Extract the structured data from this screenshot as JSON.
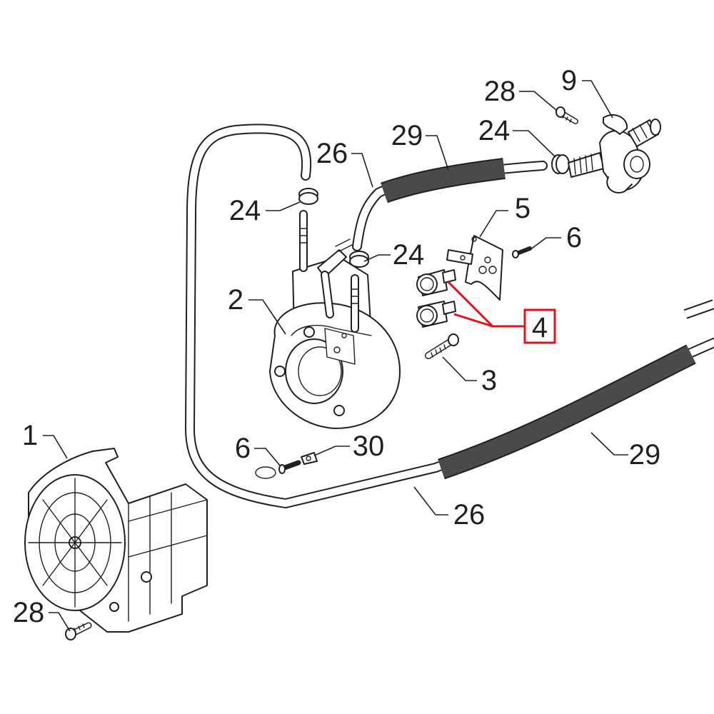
{
  "diagram": {
    "accent_color": "#e3101b",
    "line_color": "#231f20",
    "sleeve_color": "#4a4a4a",
    "callouts": [
      {
        "id": "c-28-top",
        "label": "28"
      },
      {
        "id": "c-9",
        "label": "9"
      },
      {
        "id": "c-24-top",
        "label": "24"
      },
      {
        "id": "c-29-top",
        "label": "29"
      },
      {
        "id": "c-26-top",
        "label": "26"
      },
      {
        "id": "c-24-left",
        "label": "24"
      },
      {
        "id": "c-5",
        "label": "5"
      },
      {
        "id": "c-6-right",
        "label": "6"
      },
      {
        "id": "c-24-mid",
        "label": "24"
      },
      {
        "id": "c-2",
        "label": "2"
      },
      {
        "id": "c-3",
        "label": "3"
      },
      {
        "id": "c-1",
        "label": "1"
      },
      {
        "id": "c-6-bottom",
        "label": "6"
      },
      {
        "id": "c-30",
        "label": "30"
      },
      {
        "id": "c-29-bottom",
        "label": "29"
      },
      {
        "id": "c-26-bottom",
        "label": "26"
      },
      {
        "id": "c-28-bottom",
        "label": "28"
      }
    ],
    "highlighted": {
      "label": "4"
    }
  }
}
